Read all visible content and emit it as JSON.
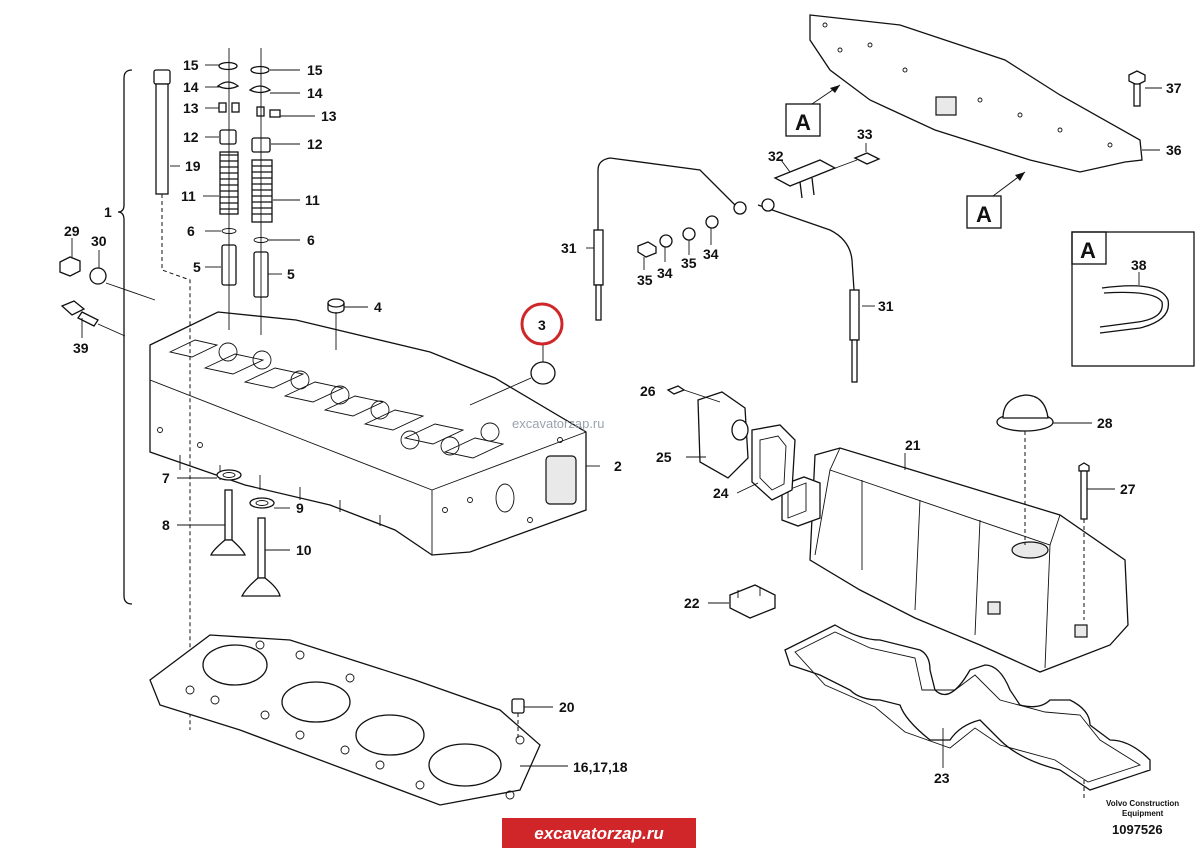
{
  "diagram": {
    "callouts": {
      "c1": "1",
      "c2": "2",
      "c3": "3",
      "c4": "4",
      "c5a": "5",
      "c5b": "5",
      "c6a": "6",
      "c6b": "6",
      "c7": "7",
      "c8": "8",
      "c9": "9",
      "c10": "10",
      "c11a": "11",
      "c11b": "11",
      "c12a": "12",
      "c12b": "12",
      "c13a": "13",
      "c13b": "13",
      "c14a": "14",
      "c14b": "14",
      "c15a": "15",
      "c15b": "15",
      "c16": "16,17,18",
      "c19": "19",
      "c20": "20",
      "c21": "21",
      "c22": "22",
      "c23": "23",
      "c24": "24",
      "c25": "25",
      "c26": "26",
      "c27": "27",
      "c28": "28",
      "c29": "29",
      "c30": "30",
      "c31a": "31",
      "c31b": "31",
      "c32": "32",
      "c33": "33",
      "c34a": "34",
      "c34b": "34",
      "c35a": "35",
      "c35b": "35",
      "c36": "36",
      "c37": "37",
      "c38": "38",
      "c39": "39"
    },
    "view_labels": {
      "a1": "A",
      "a2": "A",
      "a3": "A"
    },
    "highlight": {
      "part": "3",
      "color": "#d0262a"
    },
    "watermark": "excavatorzap.ru",
    "publisher_line1": "Volvo Construction",
    "publisher_line2": "Equipment",
    "document_number": "1097526"
  },
  "banner": {
    "text": "excavatorzap.ru",
    "color": "#d0262a"
  }
}
